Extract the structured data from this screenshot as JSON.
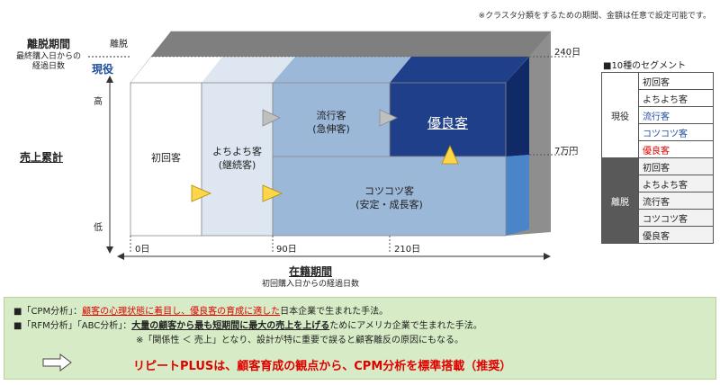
{
  "note": "※クラスタ分類をするための期間、金額は任意で設定可能です。",
  "left_axis": {
    "title": "離脱期間",
    "subtitle_1": "最終購入日からの",
    "subtitle_2": "経過日数",
    "ridatsu_label": "離脱",
    "geneki_label": "現役",
    "high": "高",
    "low": "低",
    "sales": "売上累計"
  },
  "right_marks": {
    "days": "240日",
    "amount": "7万円"
  },
  "bottom_axis": {
    "t0": "0日",
    "t90": "90日",
    "t210": "210日",
    "title": "在籍期間",
    "subtitle": "初回購入日からの経過日数"
  },
  "cube": {
    "first": "初回客",
    "novice_1": "よちよち客",
    "novice_2": "(継続客)",
    "trend_1": "流行客",
    "trend_2": "(急伸客)",
    "excellent": "優良客",
    "steady_1": "コツコツ客",
    "steady_2": "(安定・成長客)"
  },
  "segments": {
    "title": "■10種のセグメント",
    "active_label": "現役",
    "left_label": "離脱",
    "active": [
      "初回客",
      "よちよち客",
      "流行客",
      "コツコツ客",
      "優良客"
    ],
    "left": [
      "初回客",
      "よちよち客",
      "流行客",
      "コツコツ客",
      "優良客"
    ],
    "colors": {
      "trend": "#1f4e9e",
      "steady": "#1f4e9e",
      "excellent": "#e00000"
    }
  },
  "bottom": {
    "cpm_head": "■「CPM分析」：",
    "cpm_red": "顧客の心理状態に着目し、優良客の育成に適した",
    "cpm_tail": "日本企業で生まれた手法。",
    "rfm_head": "■「RFM分析」「ABC分析」：",
    "rfm_bold": "大量の顧客から最も短期間に最大の売上を上げる",
    "rfm_tail": "ためにアメリカ企業で生まれた手法。",
    "rfm_note": "※「関係性 ＜ 売上」となり、設計が特に重要で誤ると顧客離反の原因にもなる。",
    "conclusion": "リピートPLUSは、顧客育成の観点から、CPM分析を標準搭載（推奨）"
  }
}
